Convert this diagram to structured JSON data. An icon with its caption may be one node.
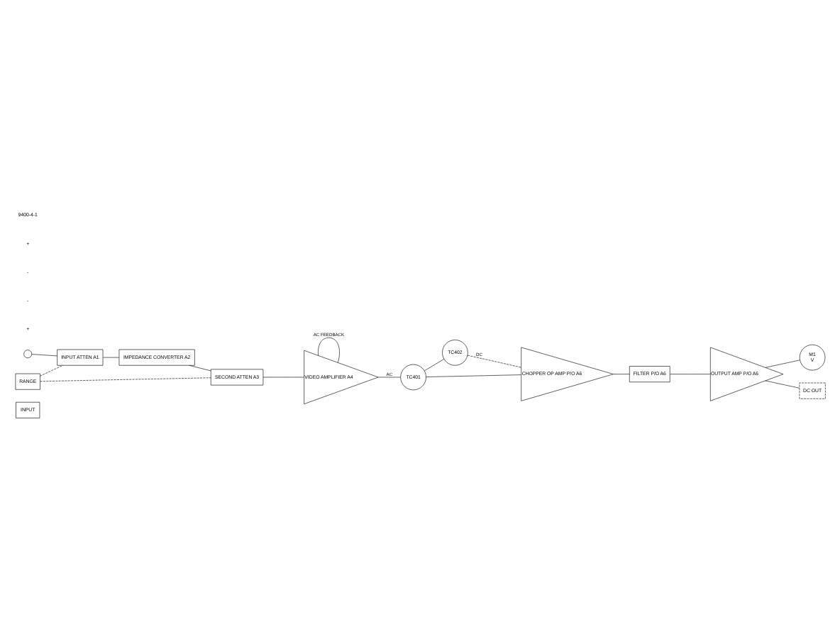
{
  "diagram": {
    "nodes": [
      {
        "text": [
          "INPUT"
        ]
      },
      {
        "text": [],
        "shape": "circle"
      },
      {
        "text": [
          "INPUT ATTEN A1"
        ]
      },
      {
        "text": [
          "IMPEDANCE CONVERTER A2"
        ]
      },
      {
        "text": [
          "SECOND ATTEN A3"
        ]
      },
      {
        "text": [
          "RANGE"
        ]
      },
      {
        "text": [
          "VIDEO AMPLIFIER A4"
        ]
      },
      {
        "text": [
          "TC401"
        ]
      },
      {
        "text": [
          "TC402"
        ]
      },
      {
        "text": [
          "CHOPPER OP AMP P/O A6"
        ]
      },
      {
        "text": [
          "FILTER P/O A6"
        ]
      },
      {
        "text": [
          "OUTPUT AMP P/O A6"
        ]
      },
      {
        "text": [
          "M1",
          "V"
        ]
      },
      {
        "text": [
          "DC OUT"
        ]
      }
    ],
    "edges": [
      {
        "from": 1,
        "to": 2,
        "arrow": "none"
      },
      {
        "from": 2,
        "to": 3,
        "arrow": "none"
      },
      {
        "from": 3,
        "to": 4,
        "arrow": "none"
      },
      {
        "from": 4,
        "to": 6,
        "arrow": "none"
      },
      {
        "from": 5,
        "to": 2,
        "arrow": "none",
        "style": "dashed"
      },
      {
        "from": 5,
        "to": 4,
        "arrow": "none",
        "style": "dashed"
      },
      {
        "from": 6,
        "to": 6,
        "arrow": "none",
        "label": "AC FEEDBACK"
      },
      {
        "from": 6,
        "to": 7,
        "arrow": "none",
        "label": "AC"
      },
      {
        "from": 7,
        "to": 8,
        "arrow": "none"
      },
      {
        "from": 7,
        "to": 9,
        "arrow": "none"
      },
      {
        "from": 8,
        "to": 9,
        "arrow": "none",
        "style": "dashed",
        "label": "DC"
      },
      {
        "from": 9,
        "to": 10,
        "arrow": "none"
      },
      {
        "from": 10,
        "to": 11,
        "arrow": "none"
      },
      {
        "from": 11,
        "to": 12,
        "arrow": "none"
      },
      {
        "from": 11,
        "to": 13,
        "arrow": "none"
      }
    ],
    "labels": [
      "+",
      "-",
      "-",
      "+",
      "9400-4-1"
    ]
  }
}
